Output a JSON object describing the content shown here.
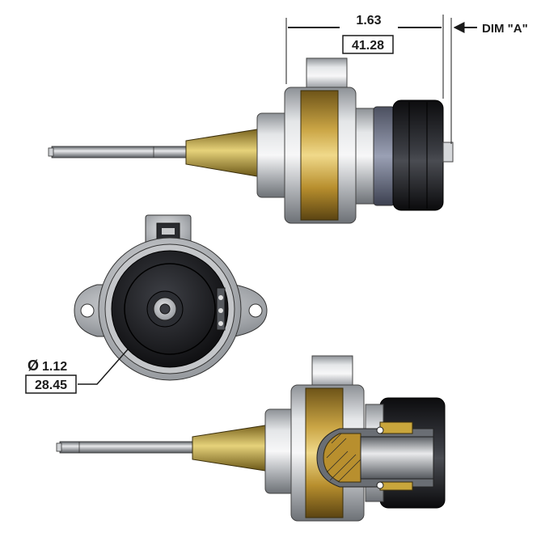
{
  "dimensions": {
    "length_in": "1.63",
    "length_mm": "41.28",
    "dim_a_label": "DIM \"A\"",
    "diameter_in": "1.12",
    "diameter_mm": "28.45",
    "diameter_symbol": "Ø"
  },
  "colors": {
    "brass": "#c9a63c",
    "steel": "#b9bcc0",
    "dark_steel": "#6e7278",
    "black_cap": "#1d1e22",
    "background": "#ffffff"
  }
}
